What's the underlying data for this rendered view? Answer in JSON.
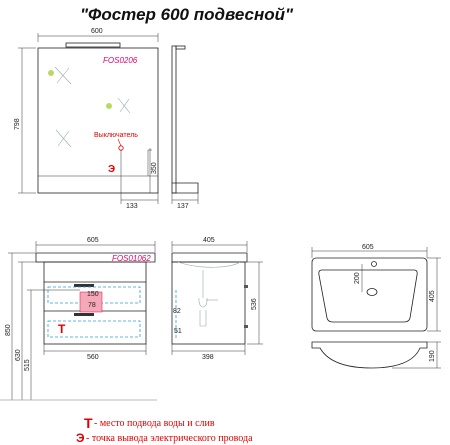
{
  "title": "\"Фостер 600 подвесной\"",
  "mirror": {
    "code": "FOS0206",
    "width": "600",
    "height": "798",
    "switch_label": "Выключатель",
    "switch_marker": "Э",
    "switch_height": "350",
    "switch_offset": "133",
    "depth": "137"
  },
  "cabinet": {
    "code": "FOS01062",
    "width_top": "605",
    "width_bottom": "560",
    "height_total": "850",
    "height_body": "630",
    "height_floor": "515",
    "inner_150": "150",
    "inner_78": "78",
    "water_marker": "Т"
  },
  "side": {
    "depth_top": "405",
    "depth_bottom": "398",
    "height": "536",
    "dim_82": "82",
    "dim_51": "51"
  },
  "basin": {
    "width": "605",
    "depth": "405",
    "tap_offset": "200",
    "height": "190"
  },
  "legend": [
    {
      "mark": "Т",
      "text": " - место подвода воды и слив"
    },
    {
      "mark": "Э",
      "text": " -  точка вывода электрического провода"
    }
  ]
}
